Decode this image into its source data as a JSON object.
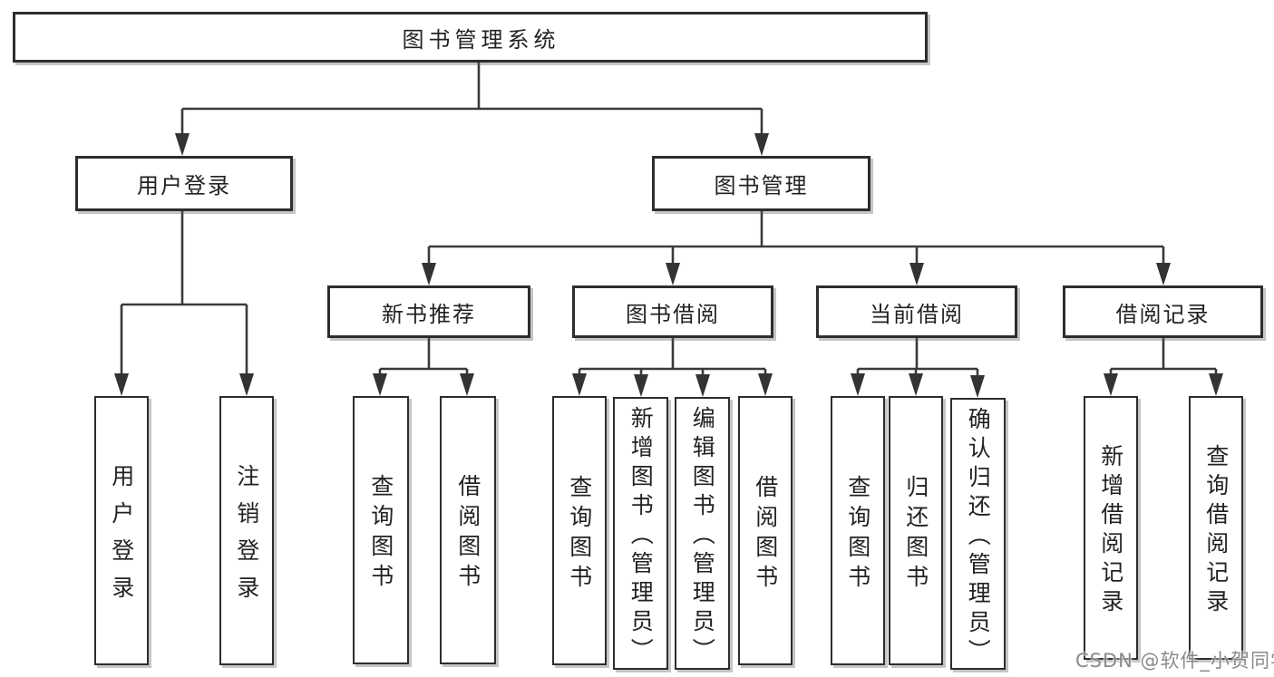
{
  "diagram": {
    "root": "图书管理系统",
    "level2": {
      "user_login": "用户登录",
      "book_management": "图书管理"
    },
    "level3": {
      "new_book_recommend": "新书推荐",
      "book_borrow": "图书借阅",
      "current_borrow": "当前借阅",
      "borrow_records": "借阅记录"
    },
    "leaves": {
      "user_login": "用户登录",
      "logout": "注销登录",
      "recommend_query_book": "查询图书",
      "recommend_borrow_book": "借阅图书",
      "borrow_query_book": "查询图书",
      "borrow_add_book": "新增图书（管理员）",
      "borrow_edit_book": "编辑图书（管理员）",
      "borrow_borrow_book": "借阅图书",
      "current_query_book": "查询图书",
      "current_return_book": "归还图书",
      "current_confirm_return": "确认归还（管理员）",
      "records_add_record": "新增借阅记录",
      "records_query_record": "查询借阅记录"
    }
  },
  "watermark": "CSDN @软件_小贺同学",
  "colors": {
    "background": "#ffffff",
    "line": "#3a3a3a",
    "box_border": "#2d2d2d",
    "text": "#222222",
    "watermark": "#808080"
  }
}
